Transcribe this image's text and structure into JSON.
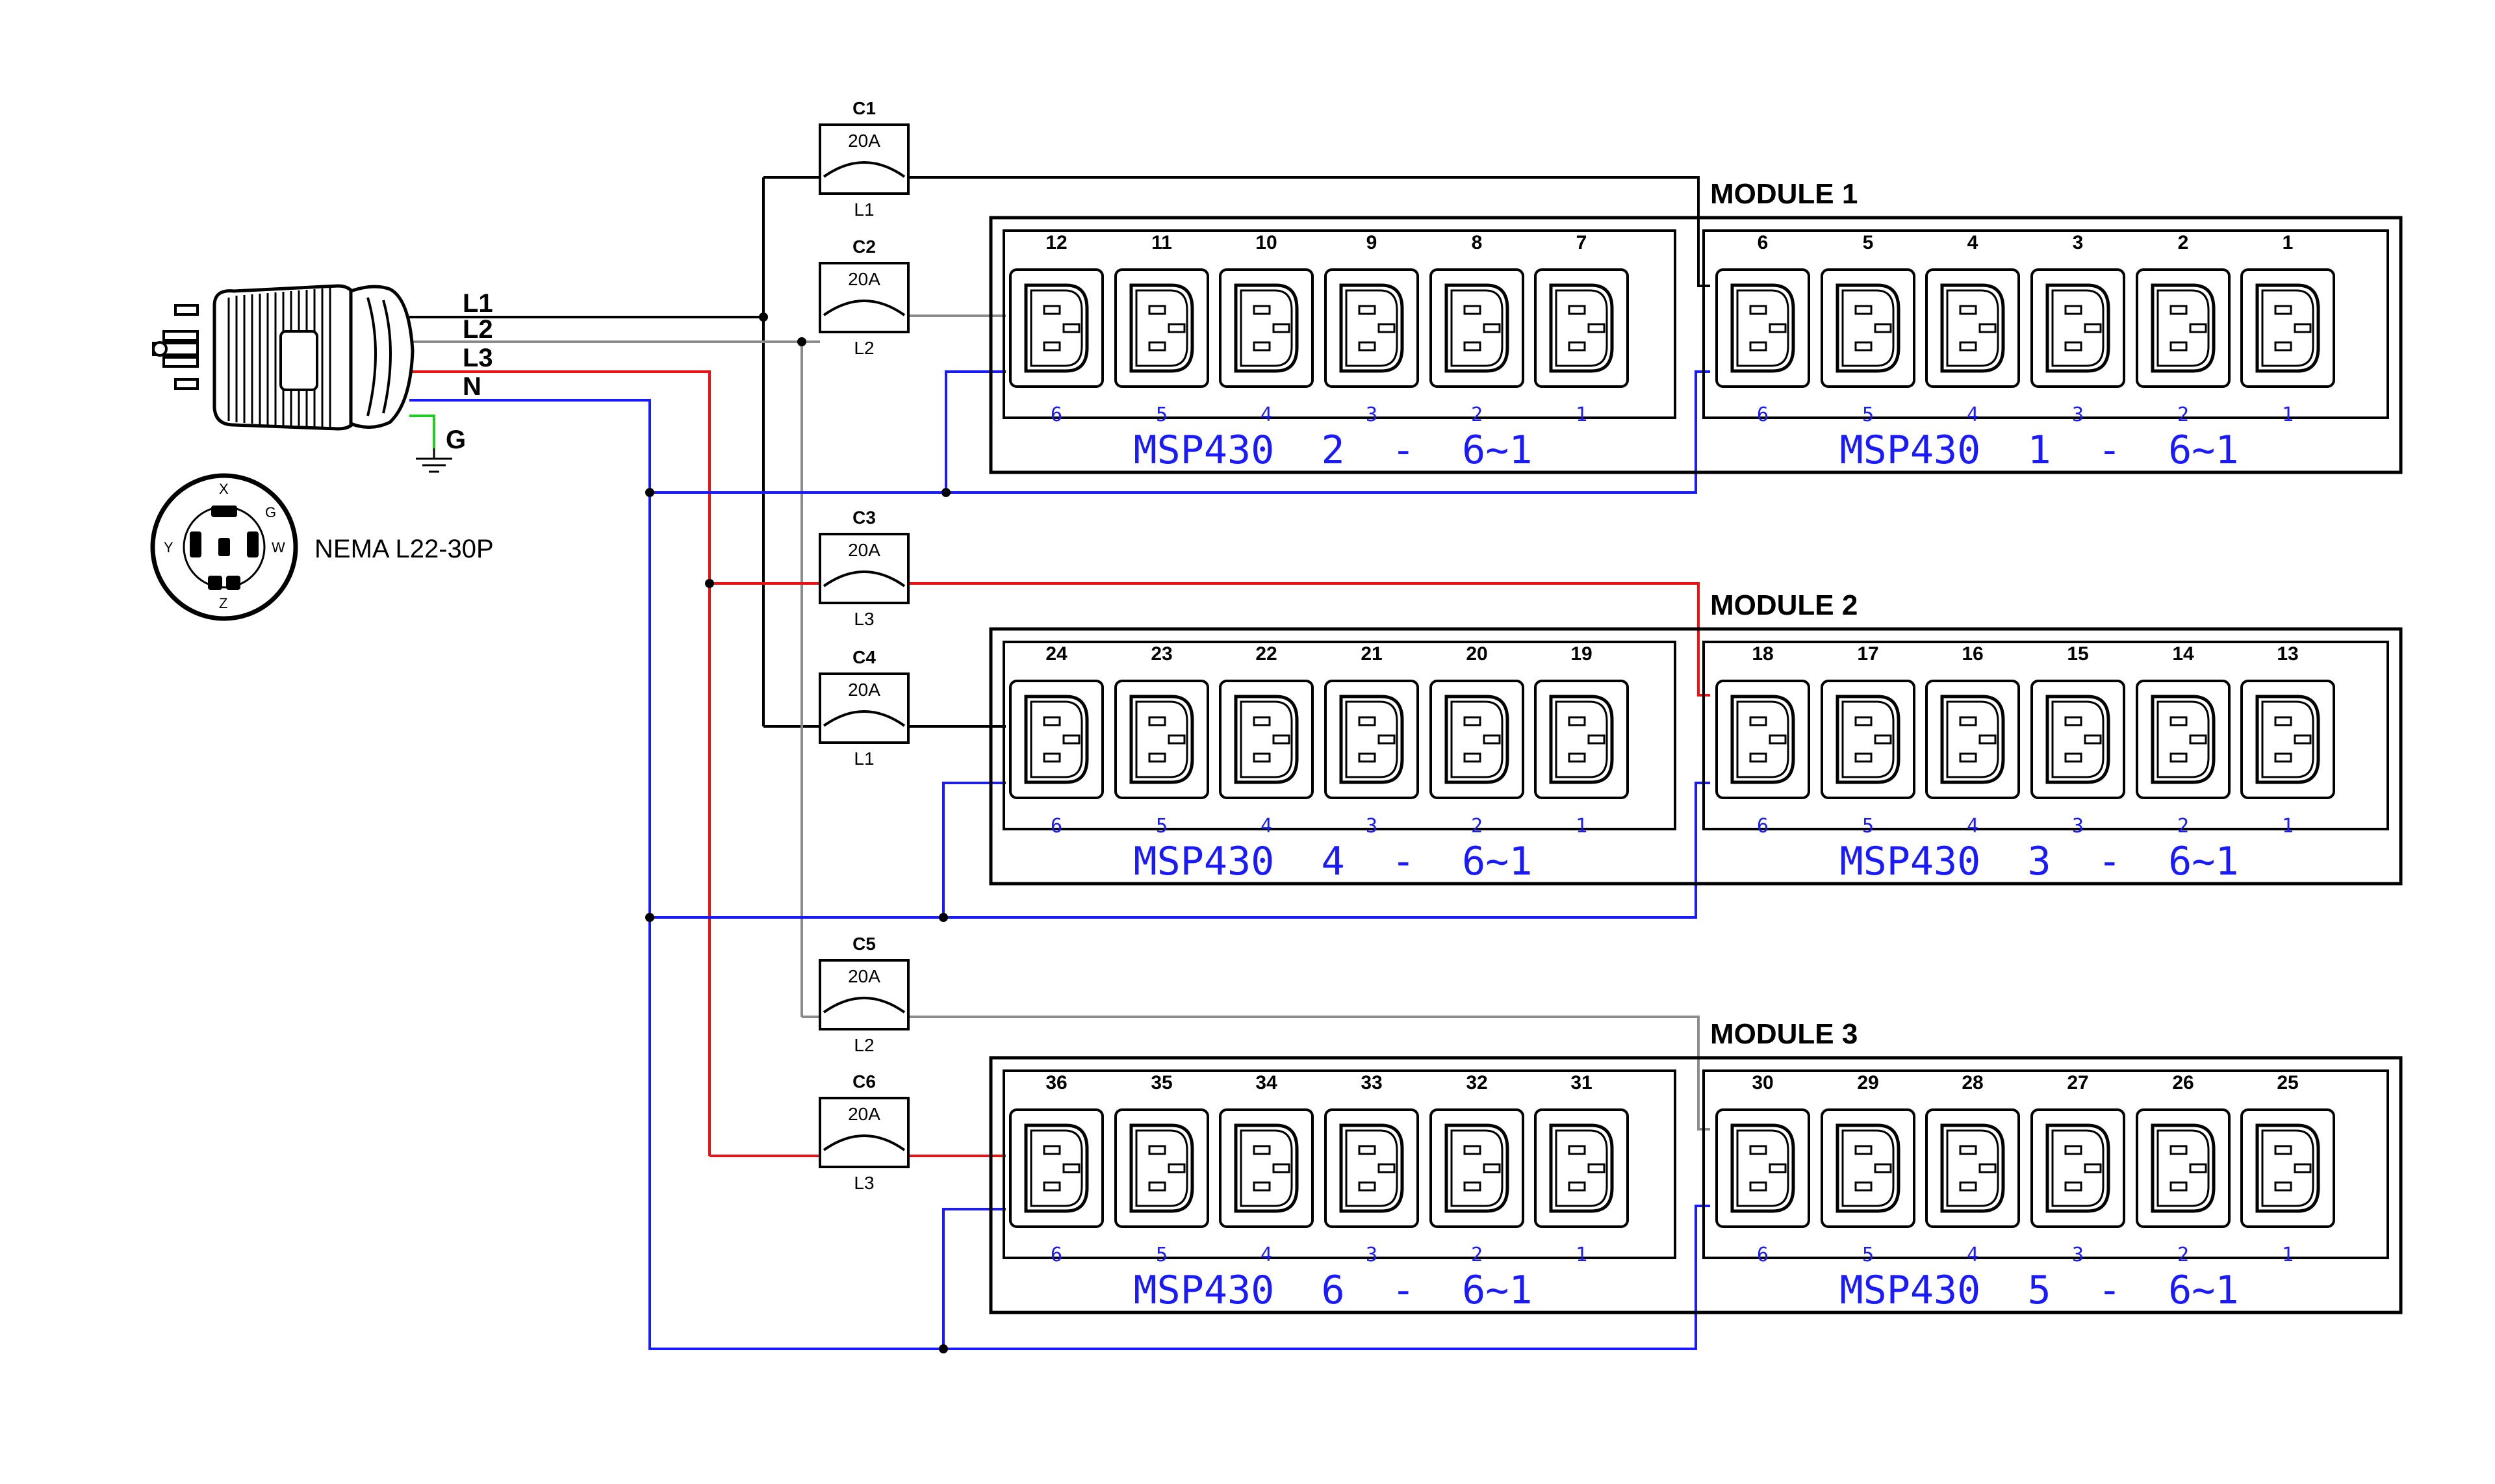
{
  "plug": {
    "lines": [
      "L1",
      "L2",
      "L3",
      "N"
    ],
    "ground": "G",
    "face_pins": [
      "X",
      "G",
      "W",
      "Y",
      "Z"
    ],
    "name": "NEMA L22-30P"
  },
  "breakers": [
    {
      "id": "C1",
      "rating": "20A",
      "line": "L1"
    },
    {
      "id": "C2",
      "rating": "20A",
      "line": "L2"
    },
    {
      "id": "C3",
      "rating": "20A",
      "line": "L3"
    },
    {
      "id": "C4",
      "rating": "20A",
      "line": "L1"
    },
    {
      "id": "C5",
      "rating": "20A",
      "line": "L2"
    },
    {
      "id": "C6",
      "rating": "20A",
      "line": "L3"
    }
  ],
  "modules": [
    {
      "title": "MODULE 1",
      "left": {
        "numbers": [
          "12",
          "11",
          "10",
          "9",
          "8",
          "7"
        ],
        "positions": [
          "6",
          "5",
          "4",
          "3",
          "2",
          "1"
        ],
        "label": "MSP430  2  -  6~1"
      },
      "right": {
        "numbers": [
          "6",
          "5",
          "4",
          "3",
          "2",
          "1"
        ],
        "positions": [
          "6",
          "5",
          "4",
          "3",
          "2",
          "1"
        ],
        "label": "MSP430  1  -  6~1"
      }
    },
    {
      "title": "MODULE 2",
      "left": {
        "numbers": [
          "24",
          "23",
          "22",
          "21",
          "20",
          "19"
        ],
        "positions": [
          "6",
          "5",
          "4",
          "3",
          "2",
          "1"
        ],
        "label": "MSP430  4  -  6~1"
      },
      "right": {
        "numbers": [
          "18",
          "17",
          "16",
          "15",
          "14",
          "13"
        ],
        "positions": [
          "6",
          "5",
          "4",
          "3",
          "2",
          "1"
        ],
        "label": "MSP430  3  -  6~1"
      }
    },
    {
      "title": "MODULE 3",
      "left": {
        "numbers": [
          "36",
          "35",
          "34",
          "33",
          "32",
          "31"
        ],
        "positions": [
          "6",
          "5",
          "4",
          "3",
          "2",
          "1"
        ],
        "label": "MSP430  6  -  6~1"
      },
      "right": {
        "numbers": [
          "30",
          "29",
          "28",
          "27",
          "26",
          "25"
        ],
        "positions": [
          "6",
          "5",
          "4",
          "3",
          "2",
          "1"
        ],
        "label": "MSP430  5  -  6~1"
      }
    }
  ],
  "colors": {
    "line1": "#000000",
    "line2": "#8c8c8c",
    "line3": "#ee1111",
    "neutral": "#1a1aff",
    "ground": "#22cc22",
    "stroke": "#000000"
  }
}
